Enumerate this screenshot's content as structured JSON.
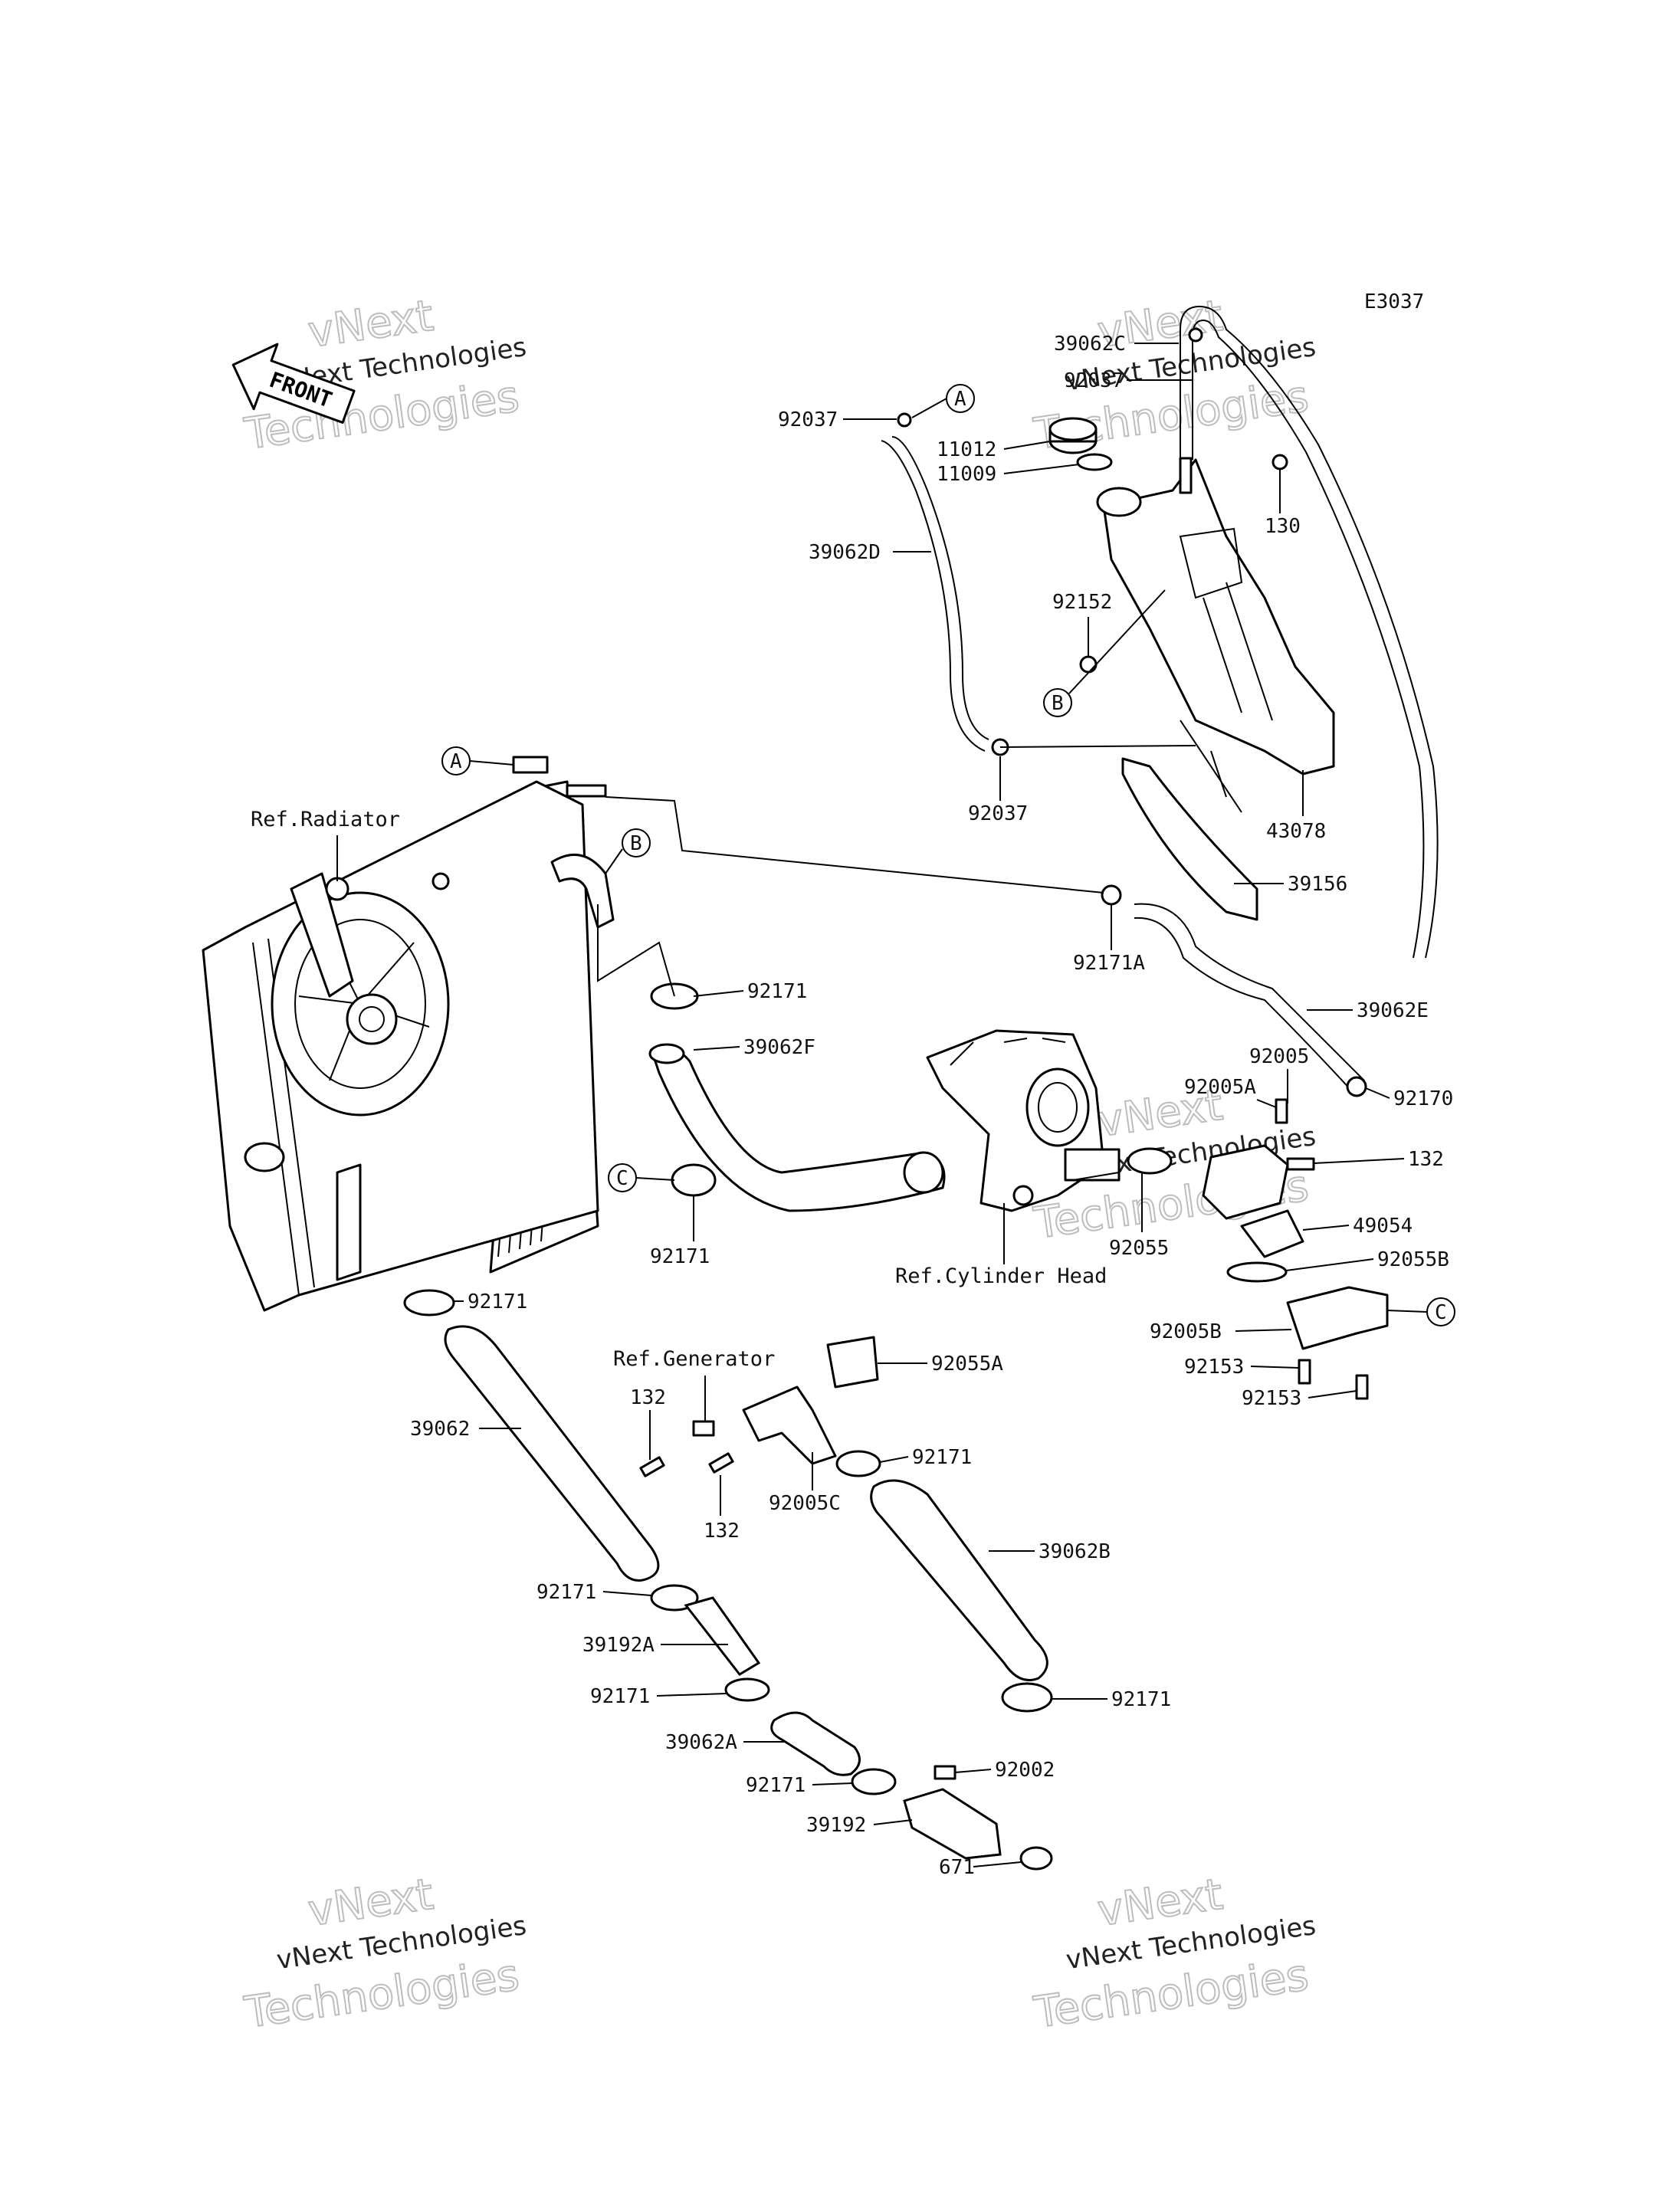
{
  "diagram": {
    "code": "E3037",
    "front_arrow": "FRONT",
    "watermark": {
      "line1": "vNext Technologies",
      "line2": "vNext",
      "line3": "Technologies"
    },
    "refs": {
      "radiator": "Ref.Radiator",
      "cylinder_head": "Ref.Cylinder Head",
      "generator": "Ref.Generator"
    },
    "callouts": {
      "a": "A",
      "b": "B",
      "c": "C"
    },
    "parts": {
      "p39062C": "39062C",
      "p92037_top": "92037",
      "p92037_left": "92037",
      "p92037_bottom": "92037",
      "p11012": "11012",
      "p11009": "11009",
      "p130": "130",
      "p39062D": "39062D",
      "p92152": "92152",
      "p43078": "43078",
      "p39156": "39156",
      "p92171A": "92171A",
      "p39062E": "39062E",
      "p92171_a": "92171",
      "p39062F": "39062F",
      "p92005": "92005",
      "p92005A": "92005A",
      "p92170": "92170",
      "p132_right": "132",
      "p92171_b": "92171",
      "p92055": "92055",
      "p49054": "49054",
      "p92055B": "92055B",
      "p92171_c": "92171",
      "p92005B": "92005B",
      "p92153_a": "92153",
      "p92153_b": "92153",
      "p92055A": "92055A",
      "p132_left": "132",
      "p39062": "39062",
      "p92171_d": "92171",
      "p132_bottom": "132",
      "p92005C": "92005C",
      "p39062B": "39062B",
      "p92171_e": "92171",
      "p39192A": "39192A",
      "p92171_f": "92171",
      "p92171_g": "92171",
      "p39062A": "39062A",
      "p92002": "92002",
      "p92171_h": "92171",
      "p39192": "39192",
      "p671": "671"
    }
  }
}
